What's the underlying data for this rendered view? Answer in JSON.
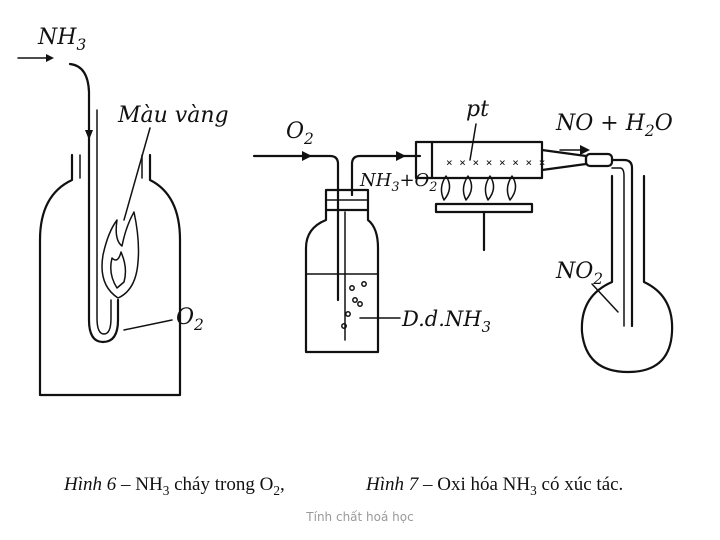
{
  "fig6": {
    "label_nh3": "NH",
    "label_nh3_sub": "3",
    "label_flame": "Màu vàng",
    "label_o2": "O",
    "label_o2_sub": "2",
    "caption_prefix": "Hình 6",
    "caption_text": " – NH",
    "caption_sub": "3",
    "caption_rest": " cháy trong O",
    "caption_sub2": "2",
    "caption_end": ","
  },
  "fig7": {
    "label_o2": "O",
    "label_o2_sub": "2",
    "label_mix_a": "NH",
    "label_mix_sub_a": "3",
    "label_mix_b": "+O",
    "label_mix_sub_b": "2",
    "label_pt": "pt",
    "label_products_a": "NO + H",
    "label_products_sub": "2",
    "label_products_b": "O",
    "label_no2": "NO",
    "label_no2_sub": "2",
    "label_solution_a": "D.d.NH",
    "label_solution_sub": "3",
    "caption_prefix": "Hình 7",
    "caption_text": " – Oxi hóa NH",
    "caption_sub": "3",
    "caption_rest": " có xúc tác."
  },
  "footer": {
    "watermark": "Tính chất hoá học"
  }
}
